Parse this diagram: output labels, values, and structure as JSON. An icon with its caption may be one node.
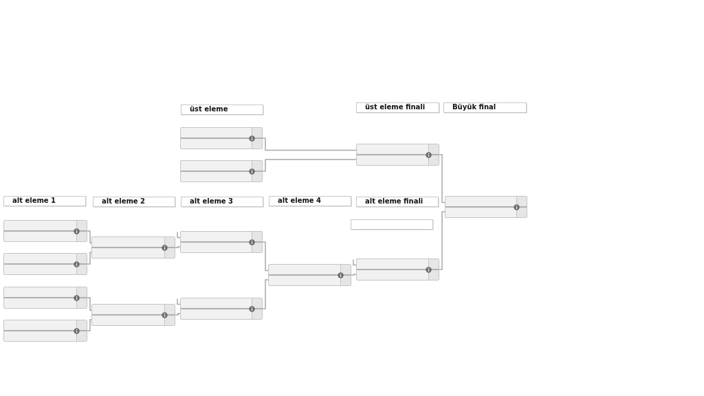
{
  "diagram": {
    "nodes": [
      {
        "text": [
          "üst eleme"
        ]
      },
      {
        "text": [
          "üst eleme finali"
        ]
      },
      {
        "text": [
          "Büyük final"
        ]
      },
      {
        "text": [],
        "shape": "box"
      },
      {
        "text": [],
        "shape": "box"
      },
      {
        "text": [],
        "shape": "box"
      },
      {
        "text": [
          "alt eleme 1"
        ]
      },
      {
        "text": [
          "alt eleme 2"
        ]
      },
      {
        "text": [
          "alt eleme 3"
        ]
      },
      {
        "text": [
          "alt eleme 4"
        ]
      },
      {
        "text": [
          "alt eleme finali"
        ]
      },
      {
        "text": [],
        "shape": "box"
      },
      {
        "text": [],
        "shape": "box"
      },
      {
        "text": [],
        "shape": "box"
      },
      {
        "text": [],
        "shape": "box"
      },
      {
        "text": [],
        "shape": "box"
      },
      {
        "text": [],
        "shape": "box"
      },
      {
        "text": [],
        "shape": "box"
      },
      {
        "text": [],
        "shape": "box"
      },
      {
        "text": [],
        "shape": "box"
      },
      {
        "text": [],
        "shape": "box"
      },
      {
        "text": [],
        "shape": "box"
      },
      {
        "text": [],
        "shape": "box"
      }
    ],
    "edges": [
      {
        "from": 3,
        "to": 5,
        "arrow": "none"
      },
      {
        "from": 4,
        "to": 5,
        "arrow": "none"
      },
      {
        "from": 5,
        "to": 11,
        "arrow": "none"
      },
      {
        "from": 22,
        "to": 11,
        "arrow": "none"
      },
      {
        "from": 13,
        "to": 17,
        "arrow": "none"
      },
      {
        "from": 14,
        "to": 17,
        "arrow": "none"
      },
      {
        "from": 15,
        "to": 18,
        "arrow": "none"
      },
      {
        "from": 16,
        "to": 18,
        "arrow": "none"
      },
      {
        "from": null,
        "to": 19,
        "arrow": "none"
      },
      {
        "from": 17,
        "to": 19,
        "arrow": "none"
      },
      {
        "from": null,
        "to": 20,
        "arrow": "none"
      },
      {
        "from": 18,
        "to": 20,
        "arrow": "none"
      },
      {
        "from": 19,
        "to": 21,
        "arrow": "none"
      },
      {
        "from": 20,
        "to": 21,
        "arrow": "none"
      },
      {
        "from": null,
        "to": 22,
        "arrow": "none"
      },
      {
        "from": 21,
        "to": 22,
        "arrow": "none"
      }
    ]
  }
}
